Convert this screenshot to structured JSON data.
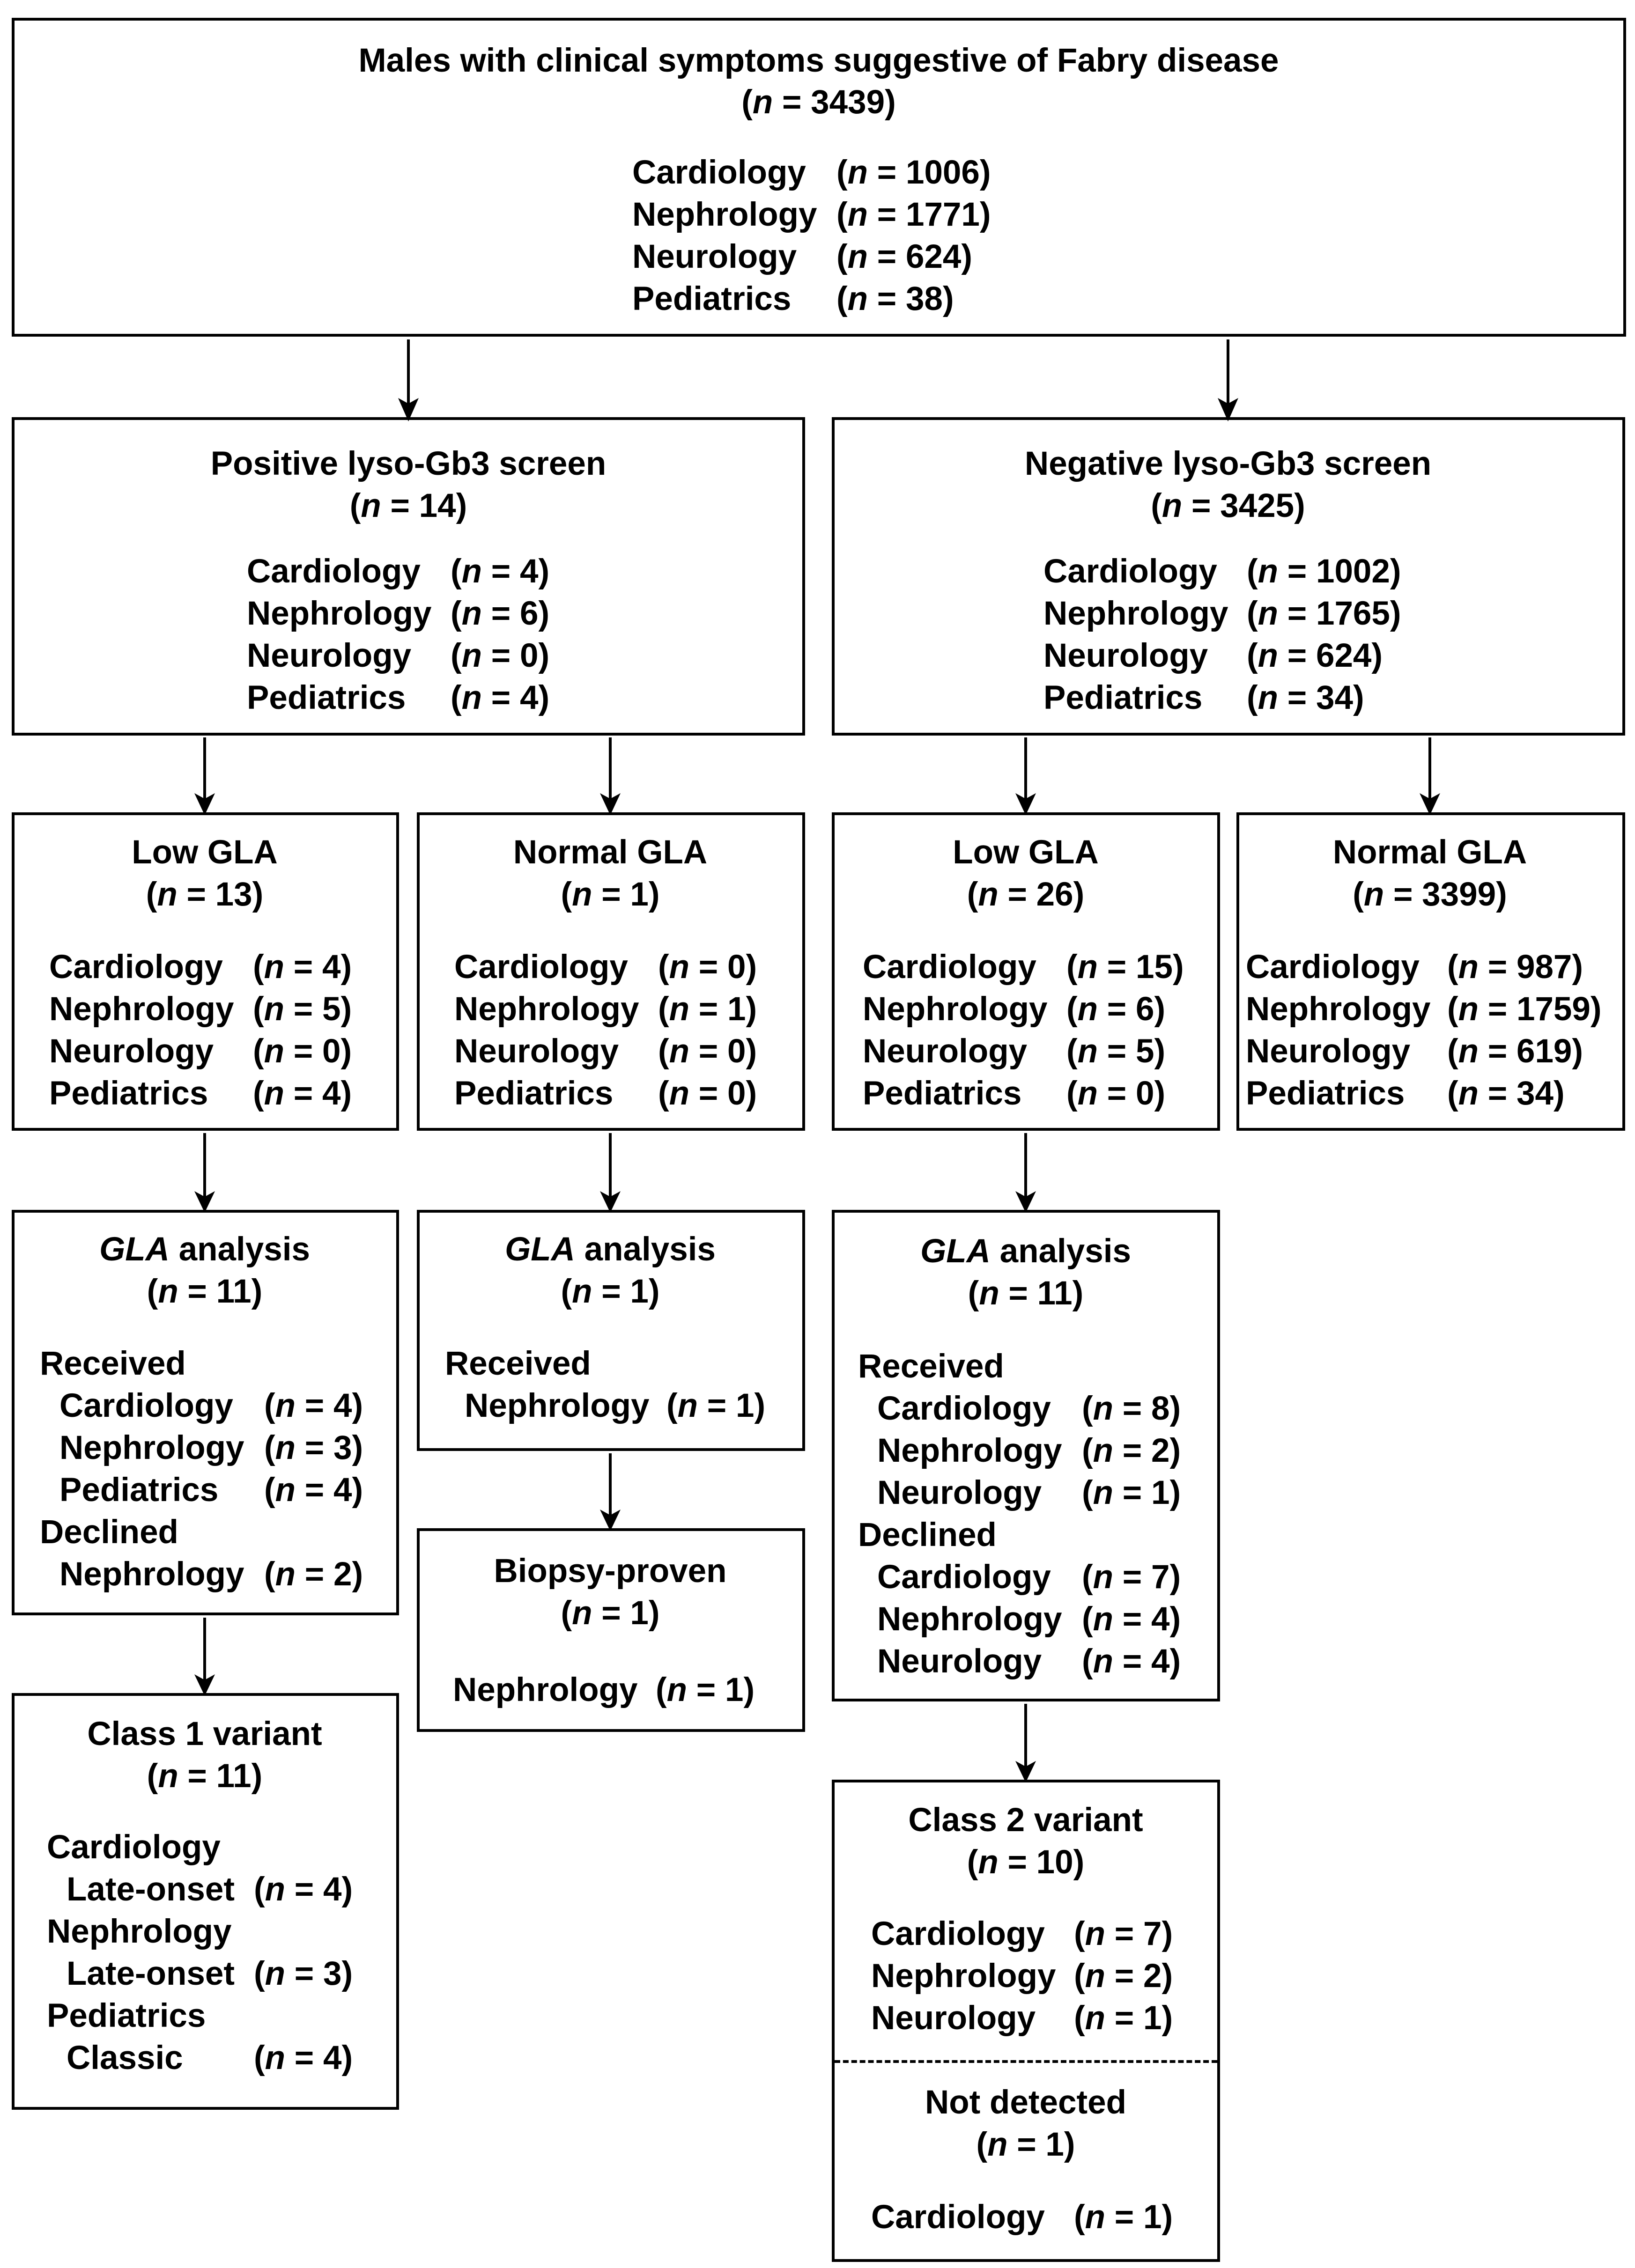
{
  "top": {
    "title": "Males with clinical symptoms suggestive of Fabry disease",
    "n": "3439",
    "rows": [
      {
        "label": "Cardiology",
        "n": "1006"
      },
      {
        "label": "Nephrology",
        "n": "1771"
      },
      {
        "label": "Neurology",
        "n": "624"
      },
      {
        "label": "Pediatrics",
        "n": "38"
      }
    ]
  },
  "positive": {
    "title": "Positive lyso-Gb3 screen",
    "n": "14",
    "rows": [
      {
        "label": "Cardiology",
        "n": "4"
      },
      {
        "label": "Nephrology",
        "n": "6"
      },
      {
        "label": "Neurology",
        "n": "0"
      },
      {
        "label": "Pediatrics",
        "n": "4"
      }
    ]
  },
  "negative": {
    "title": "Negative lyso-Gb3 screen",
    "n": "3425",
    "rows": [
      {
        "label": "Cardiology",
        "n": "1002"
      },
      {
        "label": "Nephrology",
        "n": "1765"
      },
      {
        "label": "Neurology",
        "n": "624"
      },
      {
        "label": "Pediatrics",
        "n": "34"
      }
    ]
  },
  "pos_low": {
    "title": "Low GLA",
    "n": "13",
    "rows": [
      {
        "label": "Cardiology",
        "n": "4"
      },
      {
        "label": "Nephrology",
        "n": "5"
      },
      {
        "label": "Neurology",
        "n": "0"
      },
      {
        "label": "Pediatrics",
        "n": "4"
      }
    ]
  },
  "pos_normal": {
    "title": "Normal GLA",
    "n": "1",
    "rows": [
      {
        "label": "Cardiology",
        "n": "0"
      },
      {
        "label": "Nephrology",
        "n": "1"
      },
      {
        "label": "Neurology",
        "n": "0"
      },
      {
        "label": "Pediatrics",
        "n": "0"
      }
    ]
  },
  "neg_low": {
    "title": "Low GLA",
    "n": "26",
    "rows": [
      {
        "label": "Cardiology",
        "n": "15"
      },
      {
        "label": "Nephrology",
        "n": "6"
      },
      {
        "label": "Neurology",
        "n": "5"
      },
      {
        "label": "Pediatrics",
        "n": "0"
      }
    ]
  },
  "neg_normal": {
    "title": "Normal GLA",
    "n": "3399",
    "rows": [
      {
        "label": "Cardiology",
        "n": "987"
      },
      {
        "label": "Nephrology",
        "n": "1759"
      },
      {
        "label": "Neurology",
        "n": "619"
      },
      {
        "label": "Pediatrics",
        "n": "34"
      }
    ]
  },
  "gla1": {
    "gene": "GLA",
    "title_rest": " analysis",
    "n": "11",
    "received": "Received",
    "received_rows": [
      {
        "label": "Cardiology",
        "n": "4"
      },
      {
        "label": "Nephrology",
        "n": "3"
      },
      {
        "label": "Pediatrics",
        "n": "4"
      }
    ],
    "declined": "Declined",
    "declined_rows": [
      {
        "label": "Nephrology",
        "n": "2"
      }
    ]
  },
  "gla2": {
    "gene": "GLA",
    "title_rest": " analysis",
    "n": "1",
    "received": "Received",
    "received_rows": [
      {
        "label": "Nephrology",
        "n": "1"
      }
    ]
  },
  "gla3": {
    "gene": "GLA",
    "title_rest": " analysis",
    "n": "11",
    "received": "Received",
    "received_rows": [
      {
        "label": "Cardiology",
        "n": "8"
      },
      {
        "label": "Nephrology",
        "n": "2"
      },
      {
        "label": "Neurology",
        "n": "1"
      }
    ],
    "declined": "Declined",
    "declined_rows": [
      {
        "label": "Cardiology",
        "n": "7"
      },
      {
        "label": "Nephrology",
        "n": "4"
      },
      {
        "label": "Neurology",
        "n": "4"
      }
    ]
  },
  "class1": {
    "title": "Class 1 variant",
    "n": "11",
    "groups": [
      {
        "dept": "Cardiology",
        "type": "Late-onset",
        "n": "4"
      },
      {
        "dept": "Nephrology",
        "type": "Late-onset",
        "n": "3"
      },
      {
        "dept": "Pediatrics",
        "type": "Classic",
        "n": "4"
      }
    ]
  },
  "biopsy": {
    "title": "Biopsy-proven",
    "n": "1",
    "rows": [
      {
        "label": "Nephrology",
        "n": "1"
      }
    ]
  },
  "class2": {
    "title": "Class 2 variant",
    "n": "10",
    "rows": [
      {
        "label": "Cardiology",
        "n": "7"
      },
      {
        "label": "Nephrology",
        "n": "2"
      },
      {
        "label": "Neurology",
        "n": "1"
      }
    ],
    "nd_title": "Not detected",
    "nd_n": "1",
    "nd_rows": [
      {
        "label": "Cardiology",
        "n": "1"
      }
    ]
  },
  "n_symbol": "n"
}
